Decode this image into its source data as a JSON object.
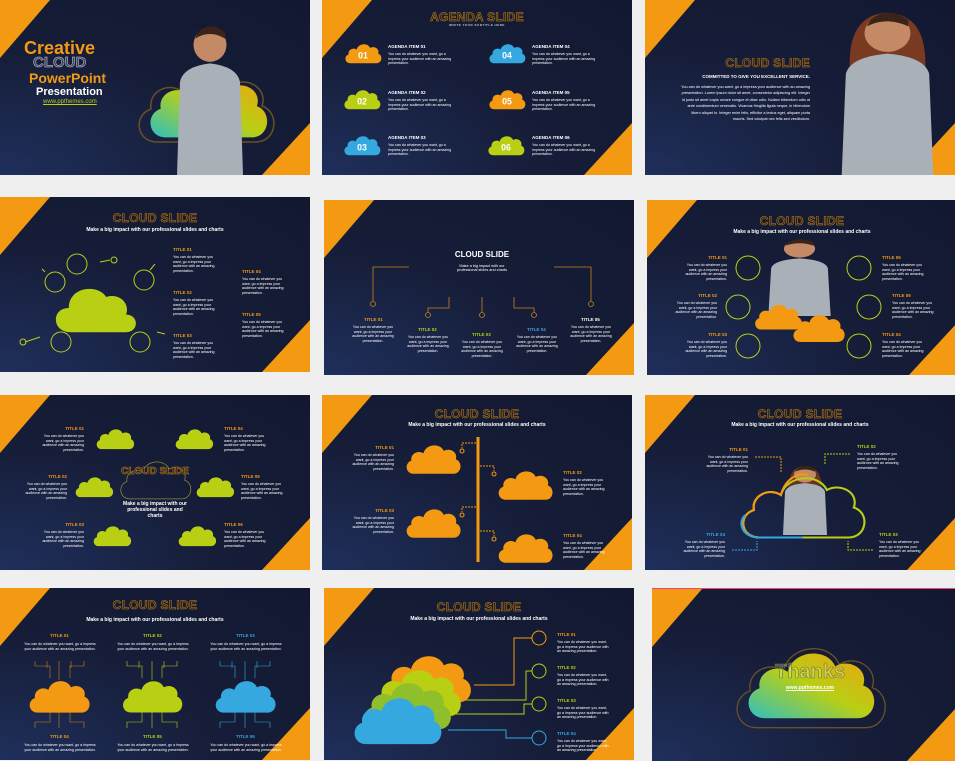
{
  "colors": {
    "background": "#efefef",
    "slide": "#161d38",
    "orange": "#f39a12",
    "green": "#b8cf14",
    "blue": "#35a8e0",
    "light_blue": "#d6ecfa"
  },
  "common": {
    "body": "You can do whatever you want, go a impress your audience with an amazing presentation.",
    "cloud_title": "CLOUD SLIDE",
    "subtitle": "Make a big impact with our professional slides and charts"
  },
  "slides": [
    {
      "line1": "Creative",
      "line2": "CLOUD",
      "line3": "PowerPoint",
      "line4": "Presentation",
      "url": "www.ppthemes.com"
    },
    {
      "title": "AGENDA SLIDE",
      "subtitle": "WRITE YOUR SUBTITLE HERE",
      "items": [
        {
          "number": "01",
          "heading": "AGENDA ITEM 01",
          "color": "#f39a12"
        },
        {
          "number": "02",
          "heading": "AGENDA ITEM 02",
          "color": "#b8cf14"
        },
        {
          "number": "03",
          "heading": "AGENDA ITEM 03",
          "color": "#35a8e0"
        },
        {
          "number": "04",
          "heading": "AGENDA ITEM 04",
          "color": "#35a8e0"
        },
        {
          "number": "05",
          "heading": "AGENDA ITEM 05",
          "color": "#f39a12"
        },
        {
          "number": "06",
          "heading": "AGENDA ITEM 06",
          "color": "#b8cf14"
        }
      ],
      "body": "You can do whatever you want, go a impress your audience with an amazing presentation."
    },
    {
      "title": "CLOUD SLIDE",
      "subtitle": "COMMITTED TO GIVE YOU EXCELLENT SERVICE.",
      "paragraph": "You can do whatever you want, go a impress your audience with an amazing presentation. Lorem ipsum dolor sit amet, consectetur adipiscing elit. Integer id justo sit amet turpis ornare congue et vitae odio. Nullam bibendum odio ut ante condimentum venenatis. Vivamus fringilla ligula neque, in bibendum libero aliquet in. Integer enim felis, efficitur a lectus eget, aliquam porta mauris. Sed volutpat nec felis sed vestibulum."
    },
    {
      "labels": [
        "TITLE 01",
        "TITLE 02",
        "TITLE 03",
        "TITLE 04",
        "TITLE 05"
      ]
    },
    {
      "title": "CLOUD SLIDE",
      "subtitle": "Make a big impact with our professional slides and charts",
      "labels": [
        "TITLE 01",
        "TITLE 02",
        "TITLE 03",
        "TITLE 04",
        "TITLE 05"
      ]
    },
    {
      "labels": [
        "TITLE 01",
        "TITLE 02",
        "TITLE 03",
        "TITLE 04",
        "TITLE 05",
        "TITLE 06"
      ]
    },
    {
      "center_title": "CLOUD SLIDE",
      "labels": [
        "TITLE 01",
        "TITLE 02",
        "TITLE 03",
        "TITLE 04",
        "TITLE 05",
        "TITLE 06"
      ]
    },
    {
      "labels": [
        "TITLE 01",
        "TITLE 02",
        "TITLE 03",
        "TITLE 04"
      ]
    },
    {
      "labels": [
        "TITLE 01",
        "TITLE 02",
        "TITLE 03",
        "TITLE 04"
      ]
    },
    {
      "labels": [
        "TITLE 01",
        "TITLE 02",
        "TITLE 03",
        "TITLE 04",
        "TITLE 05",
        "TITLE 06"
      ]
    },
    {
      "labels": [
        "TITLE 01",
        "TITLE 02",
        "TITLE 03",
        "TITLE 04"
      ]
    },
    {
      "title": "Thanks",
      "url": "www.ppthemes.com"
    }
  ]
}
